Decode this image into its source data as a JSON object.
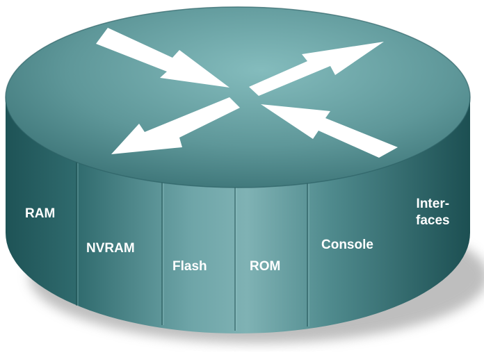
{
  "router": {
    "colors": {
      "top_light": "#7ab3b5",
      "top_dark": "#3f7c7f",
      "side_dark": "#1f5558",
      "side_light": "#5f9b9e",
      "arrow": "#ffffff",
      "label": "#ffffff"
    },
    "arrow_directions": [
      "in-from-top-left",
      "out-to-top-right",
      "out-to-bottom-left",
      "in-from-bottom-right"
    ],
    "components": [
      {
        "id": "ram",
        "lines": [
          "RAM"
        ]
      },
      {
        "id": "nvram",
        "lines": [
          "NVRAM"
        ]
      },
      {
        "id": "flash",
        "lines": [
          "Flash"
        ]
      },
      {
        "id": "rom",
        "lines": [
          "ROM"
        ]
      },
      {
        "id": "console",
        "lines": [
          "Console"
        ]
      },
      {
        "id": "interfaces",
        "lines": [
          "Inter-",
          "faces"
        ]
      }
    ]
  }
}
